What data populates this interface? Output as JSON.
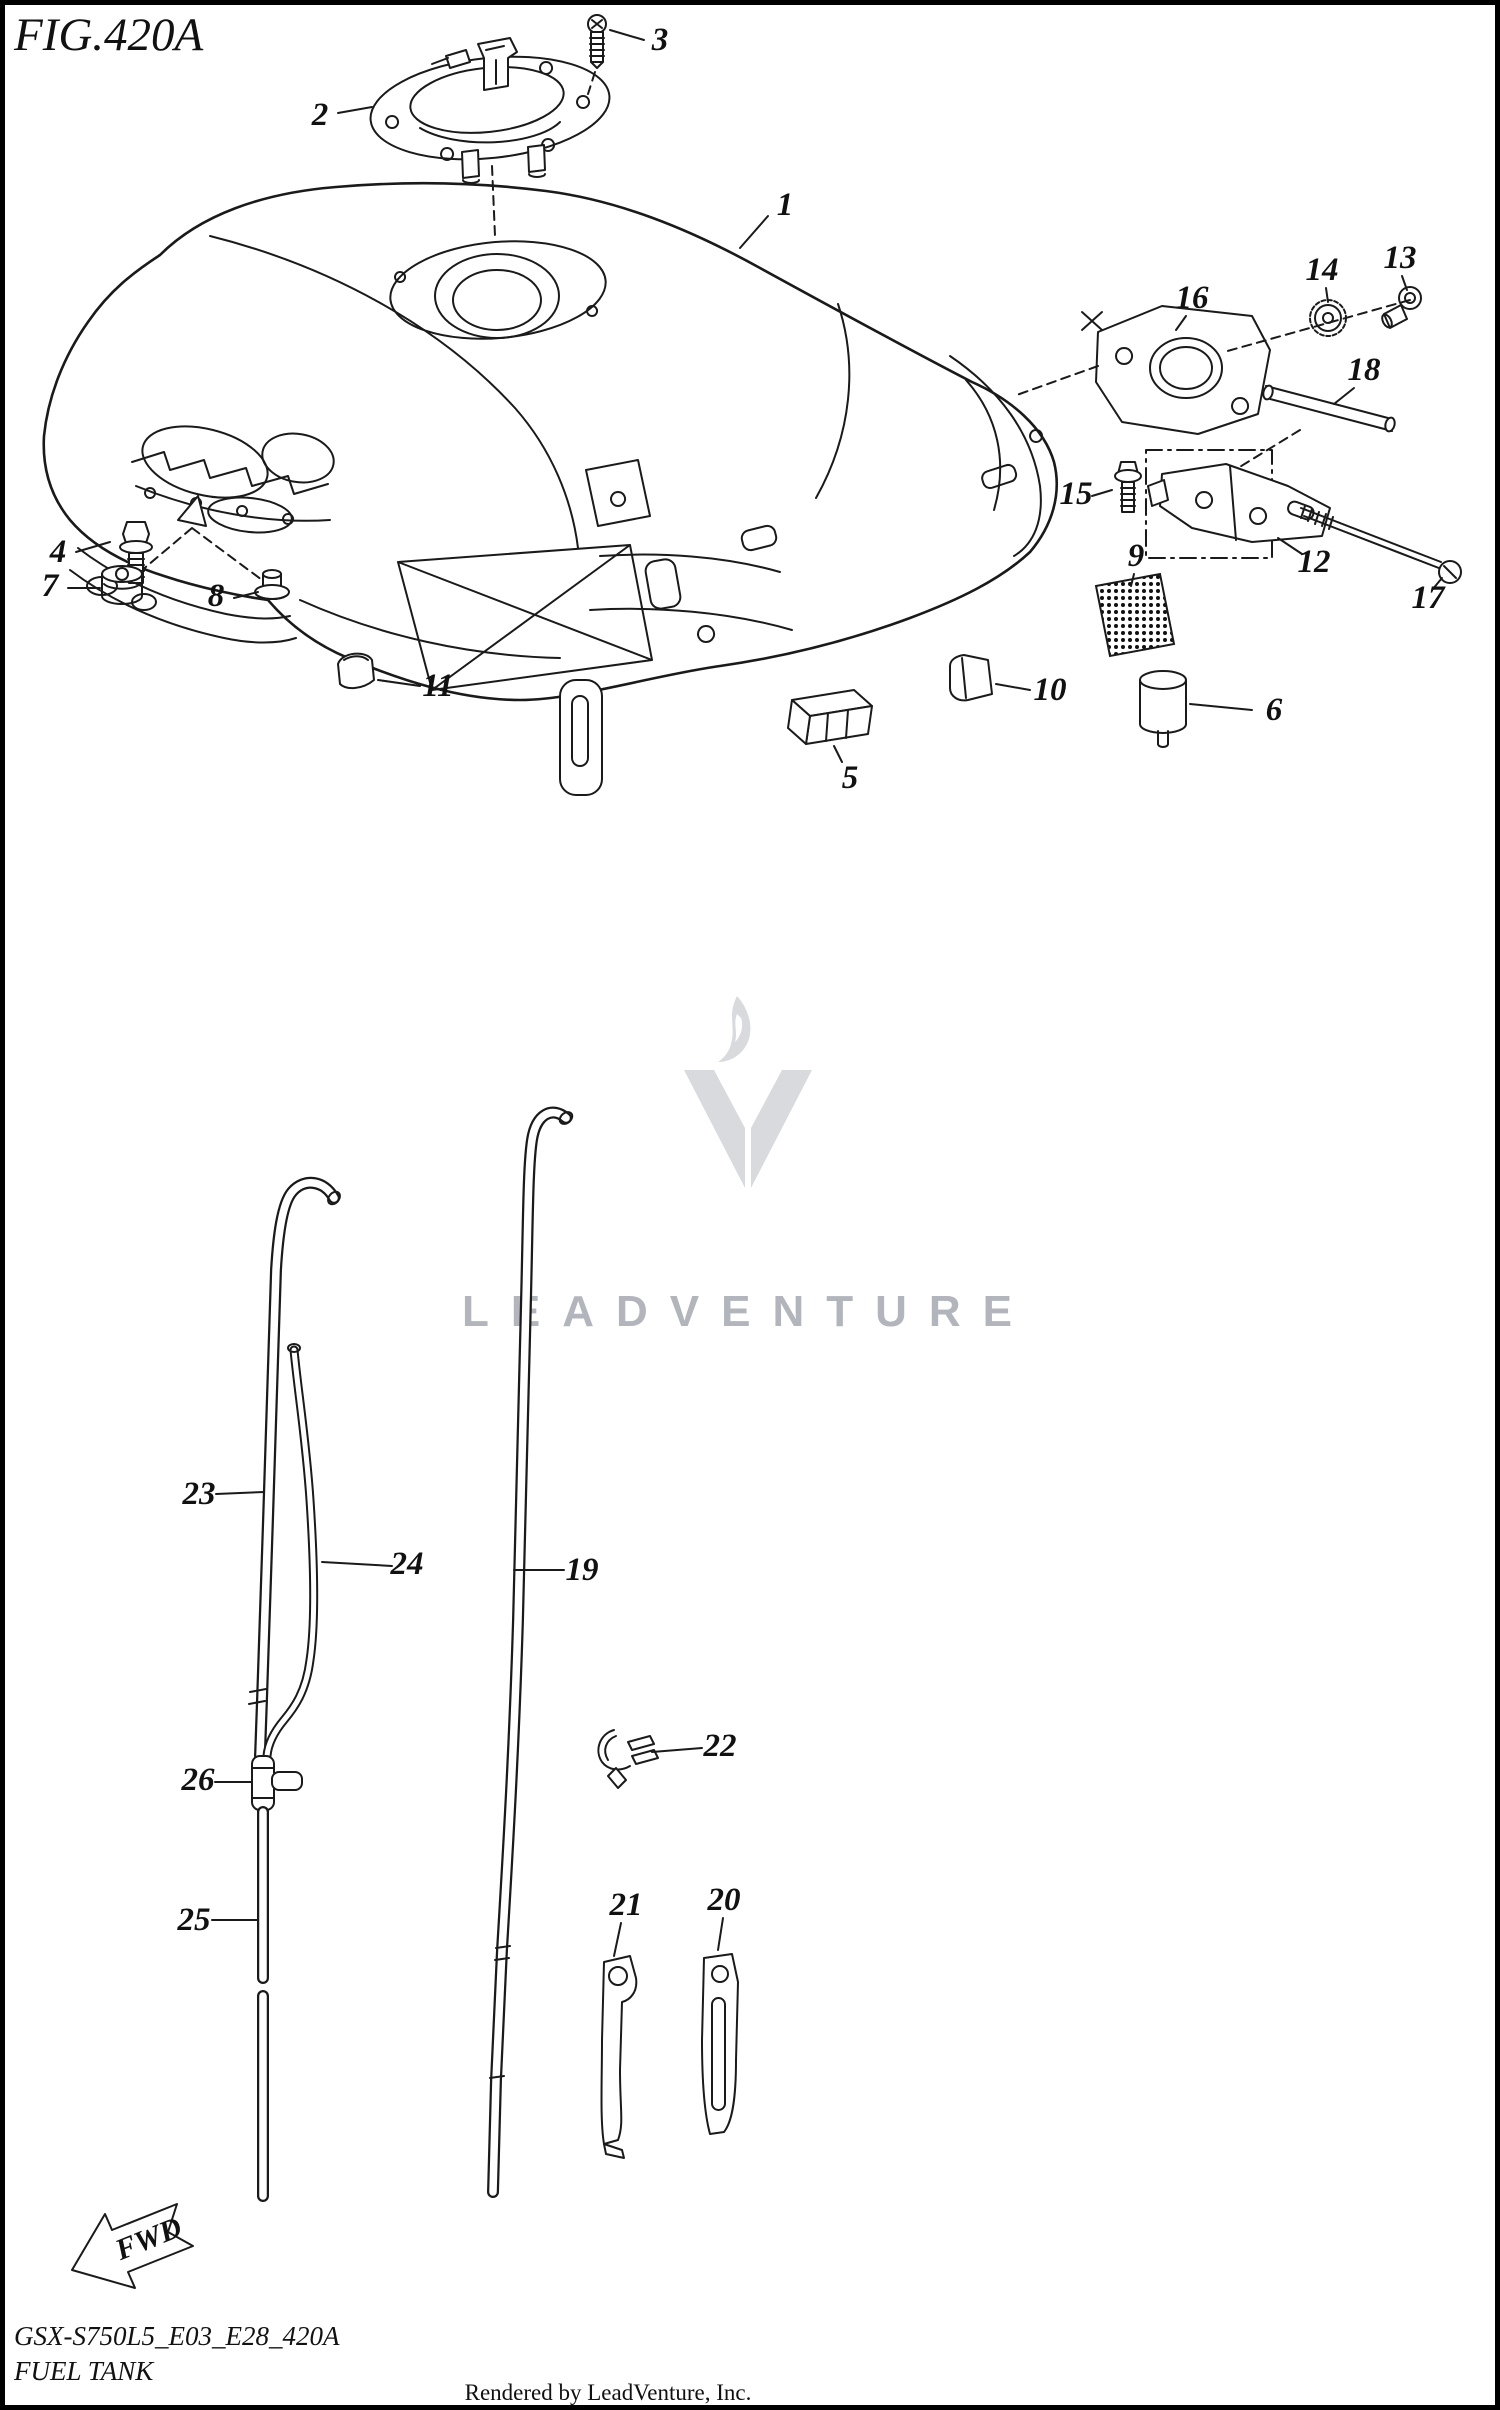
{
  "figure": {
    "title": "FIG.420A",
    "watermark_text": "LEADVENTURE",
    "fwd_label": "FWD"
  },
  "footer": {
    "code": "GSX-S750L5_E03_E28_420A",
    "name": "FUEL TANK",
    "credit": "Rendered by LeadVenture, Inc."
  },
  "diagram": {
    "type": "exploded-parts-diagram",
    "part_refs": [
      "1",
      "2",
      "3",
      "4",
      "5",
      "6",
      "7",
      "8",
      "9",
      "10",
      "11",
      "12",
      "13",
      "14",
      "15",
      "16",
      "17",
      "18",
      "19",
      "20",
      "21",
      "22",
      "23",
      "24",
      "25",
      "26"
    ]
  },
  "colors": {
    "line": "#1a1a1a",
    "watermark_gray": "#b7bac0",
    "background": "#ffffff"
  }
}
